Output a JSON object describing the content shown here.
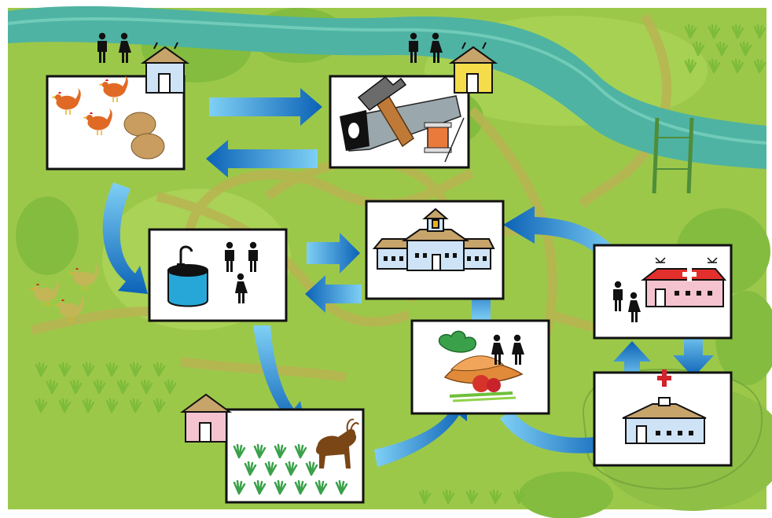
{
  "diagram": {
    "kind": "village-economy-flow",
    "nodes": [
      {
        "id": "poultry-household",
        "depicts": [
          "hen-icon",
          "egg-icon",
          "house-icon",
          "couple-icon"
        ]
      },
      {
        "id": "tools-household",
        "depicts": [
          "hammer-icon",
          "saw-icon",
          "thread-spool-icon",
          "house-icon",
          "couple-icon"
        ]
      },
      {
        "id": "water-well",
        "depicts": [
          "well-icon",
          "people-icon"
        ]
      },
      {
        "id": "school",
        "depicts": [
          "school-building-icon"
        ]
      },
      {
        "id": "farm-household",
        "depicts": [
          "crops-icon",
          "goat-icon",
          "house-icon"
        ]
      },
      {
        "id": "vegetable-market",
        "depicts": [
          "vegetables-icon",
          "women-icon"
        ]
      },
      {
        "id": "health-clinic",
        "depicts": [
          "clinic-icon",
          "parent-child-icon"
        ]
      },
      {
        "id": "church",
        "depicts": [
          "church-icon"
        ]
      }
    ],
    "flows": [
      {
        "from": "poultry-household",
        "to": "tools-household"
      },
      {
        "from": "tools-household",
        "to": "poultry-household"
      },
      {
        "from": "poultry-household",
        "to": "water-well"
      },
      {
        "from": "water-well",
        "to": "school"
      },
      {
        "from": "school",
        "to": "water-well"
      },
      {
        "from": "water-well",
        "to": "farm-household"
      },
      {
        "from": "farm-household",
        "to": "vegetable-market"
      },
      {
        "from": "vegetable-market",
        "to": "school"
      },
      {
        "from": "vegetable-market",
        "to": "church"
      },
      {
        "from": "church",
        "to": "health-clinic"
      },
      {
        "from": "health-clinic",
        "to": "church"
      },
      {
        "from": "health-clinic",
        "to": "school"
      }
    ]
  },
  "colors": {
    "grass": "#9cc84a",
    "grass_light": "#b6d85e",
    "path": "#b7b74e",
    "river": "#4eb3a2",
    "arrow": "#1e8fd8",
    "arrow_dark": "#0b62b6",
    "hen": "#e06a25",
    "egg": "#c49a5c",
    "roof": "#c7a46a",
    "wall_blue": "#cfe3f6",
    "wall_yellow": "#f5dc4a",
    "wall_pink": "#f4c3cf",
    "well_water": "#27a7d8",
    "goat": "#7a4616",
    "clinic_roof": "#e3302c",
    "cross_red": "#d2232a",
    "plant": "#3aa14a"
  }
}
